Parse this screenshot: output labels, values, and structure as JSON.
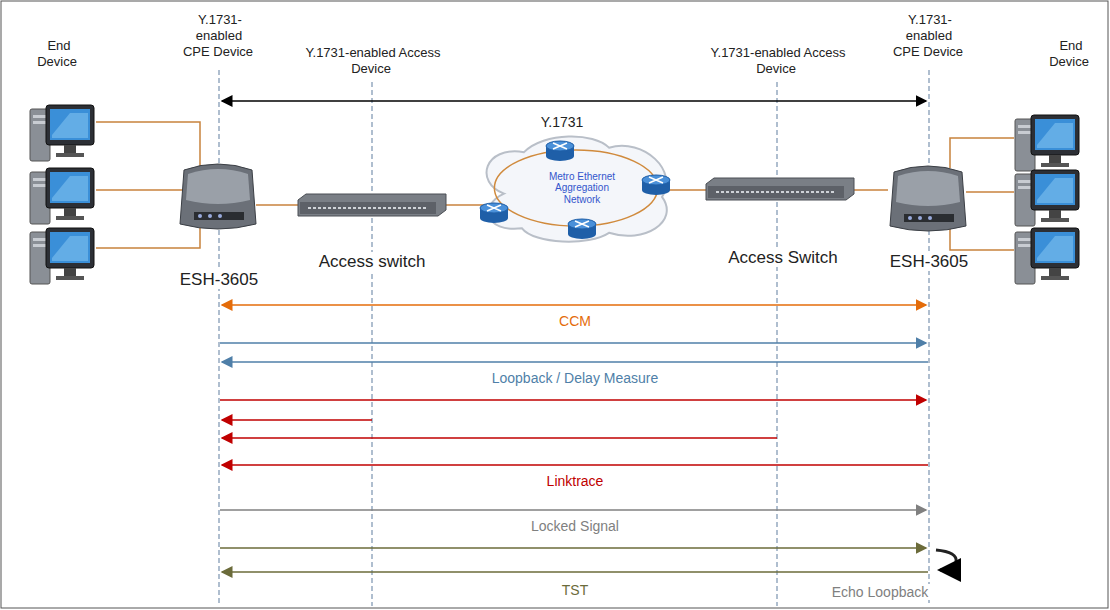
{
  "diagram": {
    "nodes": [
      {
        "text": [
          "Metro Ethernet Aggregation Network"
        ]
      }
    ],
    "labels": [
      "End Device",
      "Y.1731- enabled CPE Device",
      "Y.1731-enabled Access Device",
      "Y.1731-enabled Access Device",
      "Y.1731- enabled CPE Device",
      "End Device",
      "Y.1731",
      "ESH-3605",
      "Access switch",
      "Access Switch",
      "ESH-3605",
      "CCM",
      "Loopback / Delay Measure",
      "Linktrace",
      "Locked Signal",
      "TST",
      "Echo Loopback"
    ]
  }
}
